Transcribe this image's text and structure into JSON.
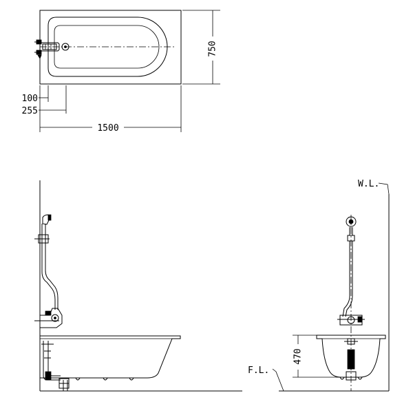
{
  "plan": {
    "dim_width": "750",
    "dim_length": "1500",
    "dim_offset_1": "100",
    "dim_offset_2": "255"
  },
  "side_view": {
    "wl_label": "W.L.",
    "fl_label": "F.L.",
    "dim_height": "470"
  }
}
